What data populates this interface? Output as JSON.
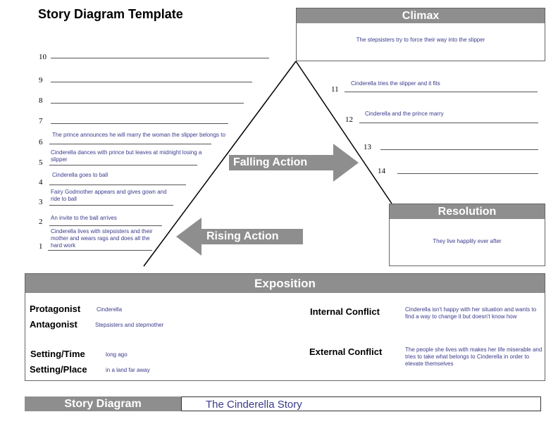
{
  "title": "Story Diagram Template",
  "climax": {
    "header": "Climax",
    "text": "The stepsisters try to force their way into the slipper"
  },
  "resolution": {
    "header": "Resolution",
    "text": "They live happlily ever after"
  },
  "falling_action_label": "Falling Action",
  "rising_action_label": "Rising Action",
  "rising_events": [
    {
      "num": "1",
      "text": "Cinderella lives with stepsisters and their mother and wears rags and does all the hard work"
    },
    {
      "num": "2",
      "text": "An invite to the ball arrives"
    },
    {
      "num": "3",
      "text": "Fairy Godmother appears and gives gown and ride to ball"
    },
    {
      "num": "4",
      "text": "Cinderella goes to ball"
    },
    {
      "num": "5",
      "text": "Cinderella dances with prince but leaves at midnight losing a slipper"
    },
    {
      "num": "6",
      "text": "The prince announces he will marry the woman the slipper belongs to"
    },
    {
      "num": "7",
      "text": ""
    },
    {
      "num": "8",
      "text": ""
    },
    {
      "num": "9",
      "text": ""
    },
    {
      "num": "10",
      "text": ""
    }
  ],
  "falling_events": [
    {
      "num": "11",
      "text": "Cinderella tries the slipper and it fits"
    },
    {
      "num": "12",
      "text": "Cinderella and the prince marry"
    },
    {
      "num": "13",
      "text": ""
    },
    {
      "num": "14",
      "text": ""
    }
  ],
  "exposition": {
    "header": "Exposition",
    "protagonist_label": "Protagonist",
    "protagonist": "Cinderella",
    "antagonist_label": "Antagonist",
    "antagonist": "Stepsisters and stepmother",
    "setting_time_label": "Setting/Time",
    "setting_time": "long ago",
    "setting_place_label": "Setting/Place",
    "setting_place": "in a land far away",
    "internal_conflict_label": "Internal Conflict",
    "internal_conflict": "Cinderella isn't happy with her situation and wants to find a way to change it but doesn't know how",
    "external_conflict_label": "External Conflict",
    "external_conflict": "The people she lives with makes her life miserable and tries to take what belongs to Cinderella in order to elevate themselves"
  },
  "footer": {
    "label": "Story Diagram",
    "story_title": "The Cinderella Story"
  },
  "colors": {
    "header_gray": "#8e8e8e",
    "entry_text": "#3a3a8c"
  }
}
